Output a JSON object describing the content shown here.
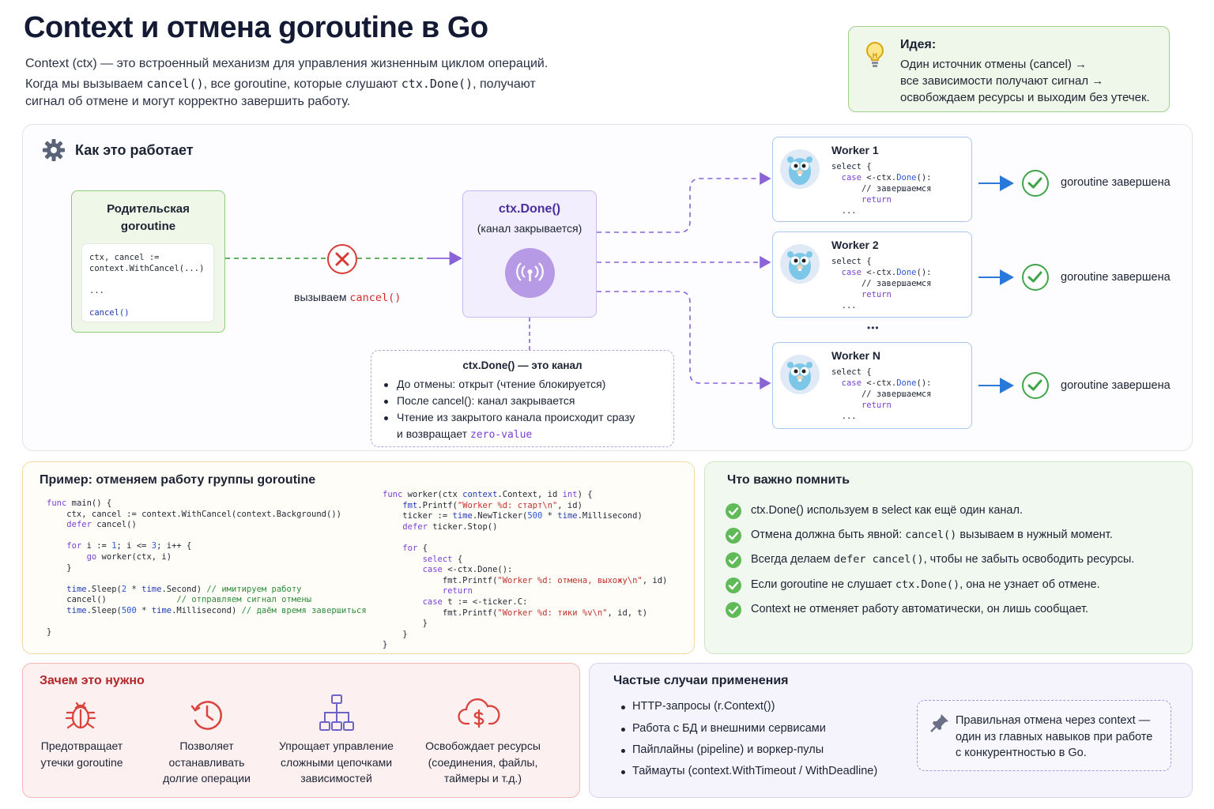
{
  "title": "Context и отмена goroutine в Go",
  "intro": {
    "line1": "Context (ctx) — это встроенный механизм для управления жизненным циклом операций.",
    "line2_a": "Когда мы вызываем ",
    "line2_code1": "cancel()",
    "line2_b": ", все goroutine, которые слушают ",
    "line2_code2": "ctx.Done()",
    "line2_c": ", получают",
    "line3": "сигнал об отмене и могут корректно завершить работу."
  },
  "idea": {
    "title": "Идея:",
    "lines": [
      "Один источник отмены (cancel) →",
      "все зависимости получают сигнал →",
      "освобождаем ресурсы и выходим без утечек."
    ],
    "icon": "lightbulb-icon"
  },
  "how": {
    "title": "Как это работает",
    "icon": "gear-icon",
    "parent": {
      "title_line1": "Родительская",
      "title_line2": "goroutine",
      "code_line1": "ctx, cancel :=",
      "code_line2": "context.WithCancel(...)",
      "code_line3": "...",
      "code_line4": "cancel()"
    },
    "call_label": "вызываем ",
    "call_code": "cancel()",
    "done": {
      "title": "ctx.Done()",
      "subtitle": "(канал закрывается)",
      "icon": "broadcast-signal-icon"
    },
    "channel": {
      "title": "ctx.Done() — это канал",
      "item1": "До отмены: открыт (чтение блокируется)",
      "item2": "После cancel(): канал закрывается",
      "item3_line1": "Чтение из закрытого канала происходит сразу",
      "item3_line2": "и возвращает ",
      "item3_code": "zero-value"
    },
    "workers": [
      {
        "name": "Worker 1",
        "done_label": "goroutine завершена"
      },
      {
        "name": "Worker 2",
        "done_label": "goroutine завершена"
      },
      {
        "name": "Worker N",
        "done_label": "goroutine завершена"
      }
    ],
    "worker_code": {
      "l1": "select {",
      "l2_kw": "case",
      "l2_rest": " <-ctx.",
      "l2_fn": "Done",
      "l2_end": "():",
      "l3": "// завершаемся",
      "l4": "return",
      "l5": "..."
    },
    "ellipsis": "•••"
  },
  "example": {
    "title": "Пример: отменяем работу группы goroutine"
  },
  "remember": {
    "title": "Что важно помнить",
    "items": [
      {
        "a": "ctx.Done() используем в ",
        "code": "select",
        "b": " как ещё один канал."
      },
      {
        "a": "Отмена должна быть явной: ",
        "code": "cancel()",
        "b": " вызываем в нужный момент."
      },
      {
        "a": "Всегда делаем ",
        "code": "defer cancel()",
        "b": ", чтобы не забыть освободить ресурсы."
      },
      {
        "a": "Если goroutine не слушает ",
        "code": "ctx.Done()",
        "b": ", она не узнает об отмене."
      },
      {
        "a": "Context не отменяет работу автоматически, он лишь сообщает.",
        "code": "",
        "b": ""
      }
    ]
  },
  "why": {
    "title": "Зачем это нужно",
    "items": [
      {
        "icon": "bug-icon",
        "l1": "Предотвращает",
        "l2": "утечки goroutine",
        "l3": ""
      },
      {
        "icon": "clock-icon",
        "l1": "Позволяет",
        "l2": "останавливать",
        "l3": "долгие операции"
      },
      {
        "icon": "hierarchy-icon",
        "l1": "Упрощает управление",
        "l2": "сложными цепочками",
        "l3": "зависимостей"
      },
      {
        "icon": "cloud-dollar-icon",
        "l1": "Освобождает ресурсы",
        "l2": "(соединения, файлы,",
        "l3": "таймеры и т.д.)"
      }
    ]
  },
  "uses": {
    "title": "Частые случаи применения",
    "items": [
      "HTTP-запросы (r.Context())",
      "Работа с БД и внешними сервисами",
      "Пайплайны (pipeline) и воркер-пулы",
      "Таймауты (context.WithTimeout / WithDeadline)"
    ],
    "note": {
      "icon": "pin-icon",
      "l1": "Правильная отмена через context —",
      "l2": "один из главных навыков при работе",
      "l3": "с конкурентностью в Go."
    }
  },
  "colors": {
    "accent_green": "#3fa548",
    "accent_purple": "#7a3fd6",
    "accent_red": "#d93a36",
    "accent_blue": "#2a78d8"
  }
}
